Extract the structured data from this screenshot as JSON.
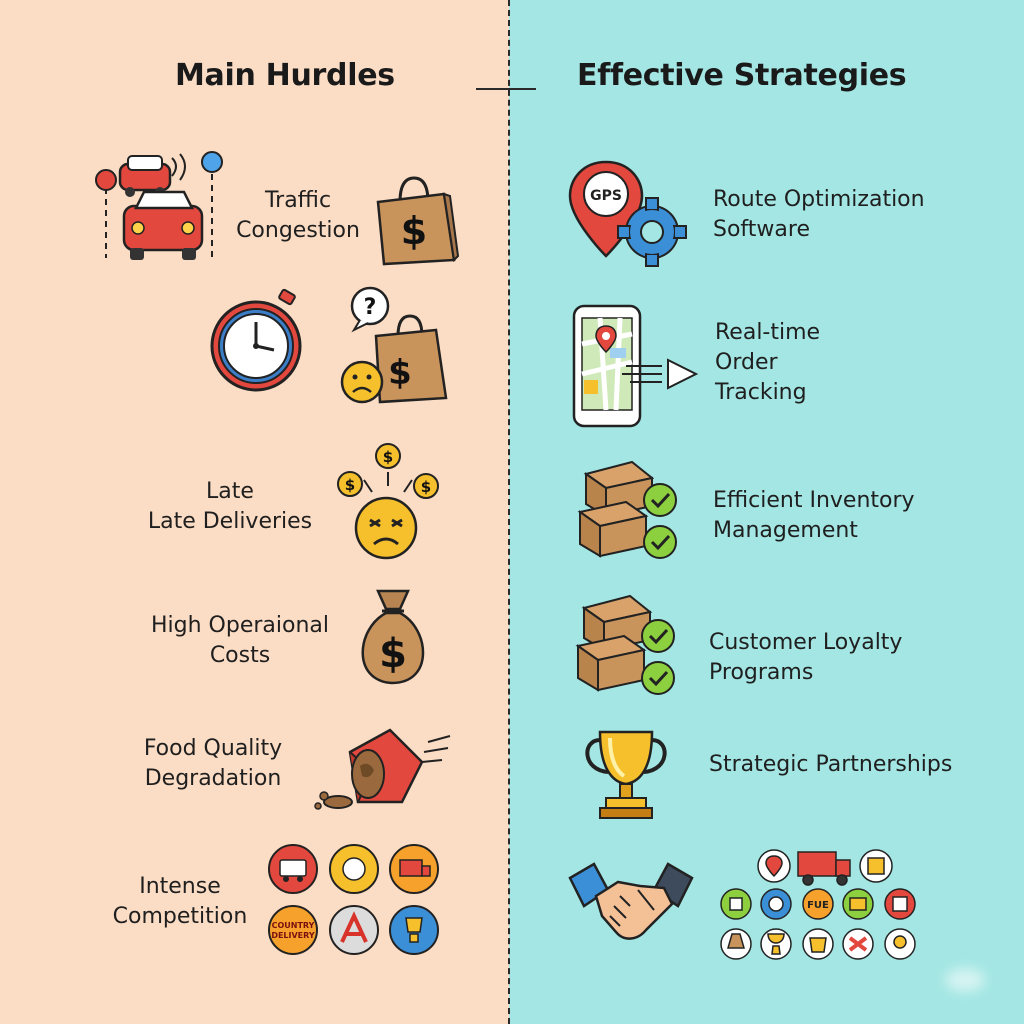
{
  "headings": {
    "left": "Main Hurdles",
    "right": "Effective Strategies"
  },
  "hurdles": [
    {
      "lines": [
        "Traffic",
        "Congestion"
      ],
      "icon": "car-traffic-icon"
    },
    {
      "lines": [
        "Late",
        "Late Deliveries"
      ],
      "icon": "angry-face-icon"
    },
    {
      "lines": [
        "High Operaional",
        "Costs"
      ],
      "icon": "money-bag-icon"
    },
    {
      "lines": [
        "Food Quality",
        "Degradation"
      ],
      "icon": "spilled-food-icon"
    },
    {
      "lines": [
        "Intense",
        "Competition"
      ],
      "icon": "competitor-badges-icon"
    }
  ],
  "strategies": [
    {
      "lines": [
        "Route Optimization",
        "Software"
      ],
      "icon": "gps-pin-gear-icon"
    },
    {
      "lines": [
        "Real-time",
        "Order",
        "Tracking"
      ],
      "icon": "phone-map-icon"
    },
    {
      "lines": [
        "Efficient Inventory",
        "Management"
      ],
      "icon": "boxes-check-icon"
    },
    {
      "lines": [
        "Customer Loyalty",
        "Programs"
      ],
      "icon": "boxes-check-icon"
    },
    {
      "lines": [
        "Strategic Partnerships"
      ],
      "icon": "trophy-icon"
    }
  ],
  "icon_text": {
    "gps": "GPS",
    "dollar": "$",
    "question": "?",
    "badge_delivery_1": "COUNTRY",
    "badge_delivery_2": "DELIVERY",
    "badge_fue": "FUE"
  },
  "colors": {
    "left_bg": "#fbdcc4",
    "right_bg": "#a3e6e3",
    "red": "#e2483d",
    "blue": "#3b8fd6",
    "yellow": "#f6c02c",
    "green": "#8ccf3f",
    "brown": "#c9935c"
  }
}
